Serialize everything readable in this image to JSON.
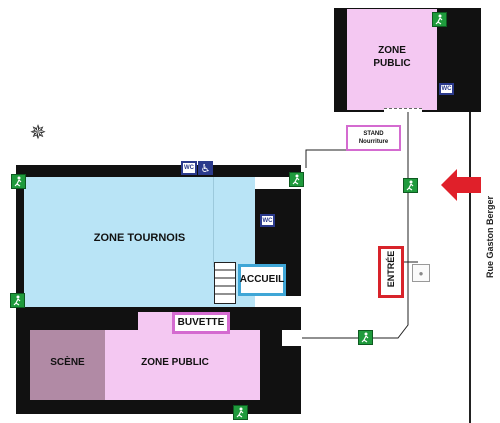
{
  "zones": {
    "zone_public_top": {
      "line1": "ZONE",
      "line2": "PUBLIC"
    },
    "zone_tournois": "ZONE TOURNOIS",
    "accueil": "ACCUEIL",
    "buvette": "BUVETTE",
    "scene": "SCÈNE",
    "zone_public_bottom": "ZONE PUBLIC",
    "stand": {
      "line1": "STAND",
      "line2": "Nourriture"
    },
    "entree": "ENTRÉE"
  },
  "street": "Rue Gaston Berger",
  "wc_label": "WC",
  "icons": {
    "compass": "compass-rose-icon",
    "exit": "emergency-exit-icon",
    "wc": "wc-icon",
    "accessible": "wheelchair-icon",
    "arrow": "entrance-arrow-icon",
    "camera": "camera-icon"
  },
  "colors": {
    "zone_public": "#f4c8f2",
    "zone_tournois": "#b9e4f6",
    "scene": "#b18aa5",
    "walls": "#111111",
    "exit_green": "#1f9a3c",
    "accueil_border": "#3fa6d6",
    "buvette_border": "#d46bd0",
    "entree_border": "#d8232a",
    "arrow_red": "#e0202a",
    "wc_blue": "#2b3a8c"
  }
}
